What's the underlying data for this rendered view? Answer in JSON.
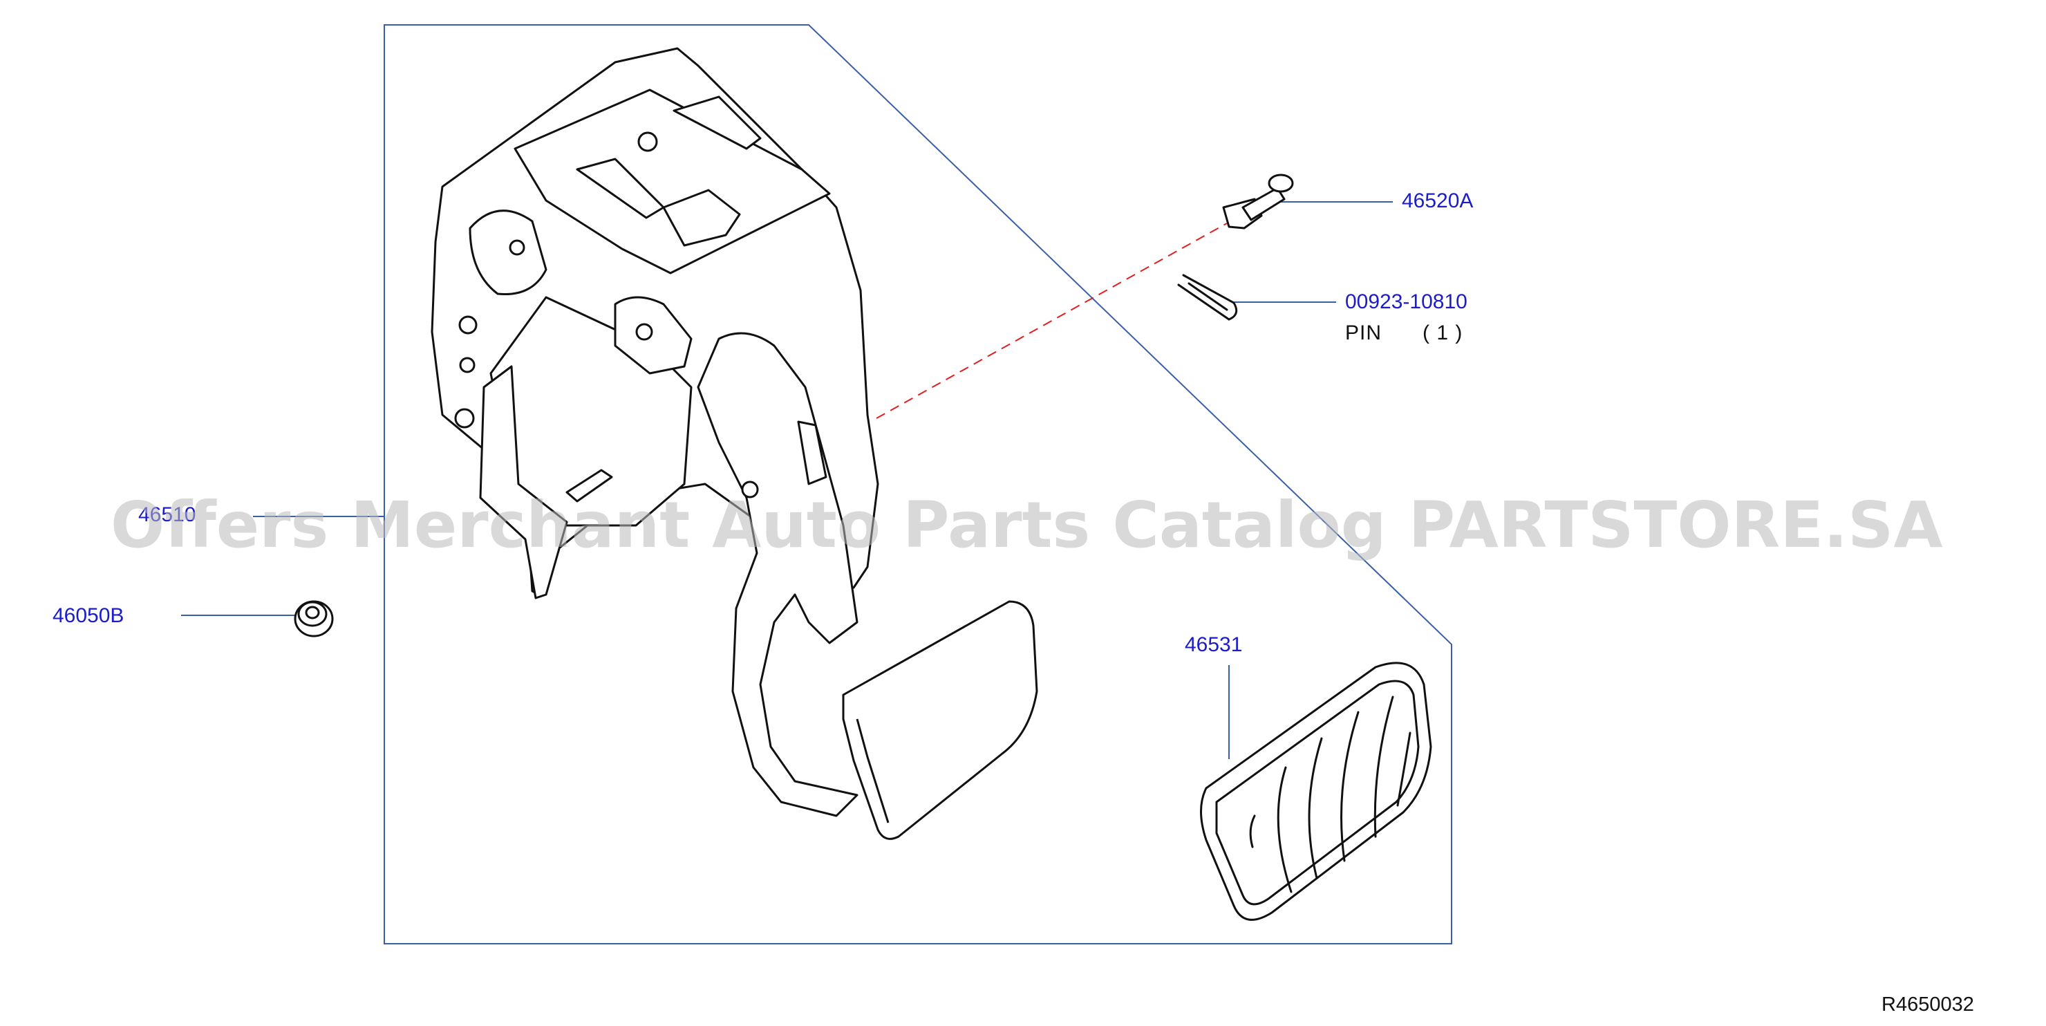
{
  "callouts": {
    "bolt": "46520A",
    "pin_part": "00923-10810",
    "pin_note": "PIN",
    "pin_qty": "( 1 )",
    "bracket": "46510",
    "nut": "46050B",
    "pad": "46531"
  },
  "diagram_code": "R4650032",
  "watermark": "Offers Merchant Auto Parts Catalog PARTSTORE.SA",
  "colors": {
    "callout_text": "#1c1cc8",
    "leader_line": "#3a5fa8",
    "dashed_line": "#e02020",
    "drawing": "#111111",
    "watermark": "#b9b9b9"
  }
}
